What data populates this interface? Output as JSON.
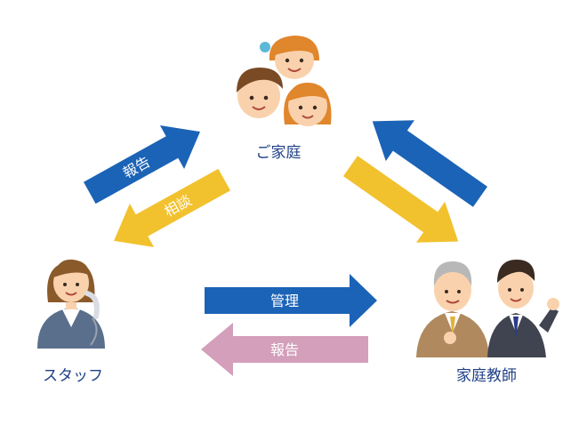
{
  "nodes": {
    "family": {
      "label": "ご家庭"
    },
    "staff": {
      "label": "スタッフ"
    },
    "tutor": {
      "label": "家庭教師"
    }
  },
  "arrows": {
    "staff_to_family": {
      "label": "報告",
      "color": "#1b63b6"
    },
    "family_to_staff": {
      "label": "相談",
      "color": "#f2c12e"
    },
    "family_to_tutor": {
      "label": "",
      "color": "#f2c12e"
    },
    "tutor_to_family": {
      "label": "",
      "color": "#1b63b6"
    },
    "staff_to_tutor": {
      "label": "管理",
      "color": "#1b63b6"
    },
    "tutor_to_staff": {
      "label": "報告",
      "color": "#d39fba"
    }
  },
  "colors": {
    "label_text": "#1f3f86",
    "skin": "#f9d2ad",
    "hair_brown": "#7a4a25",
    "hair_orange": "#e0862c",
    "suit_gray": "#5a6f8c",
    "suit_dark": "#3f4450"
  }
}
